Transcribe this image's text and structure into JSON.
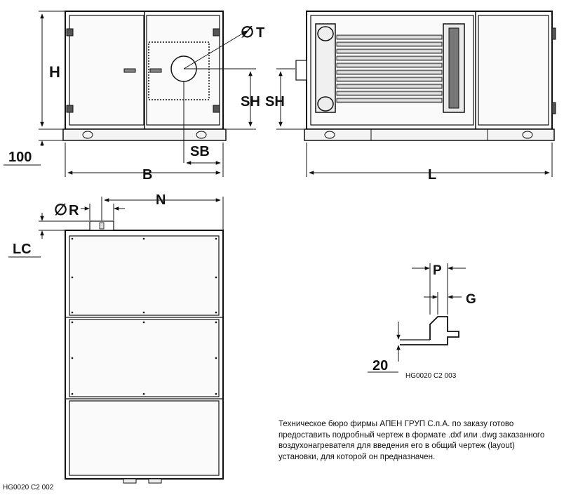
{
  "dimensions": {
    "height": "H",
    "base_offset": "100",
    "width": "B",
    "diameter_t": "T",
    "sh_front": "SH",
    "sh_side": "SH",
    "sb": "SB",
    "length": "L",
    "diameter_r": "R",
    "n": "N",
    "lc": "LC",
    "p": "P",
    "g": "G",
    "detail_20": "20"
  },
  "symbols": {
    "diameter": "∅"
  },
  "codes": {
    "detail": "HG0020 C2 003",
    "main": "HG0020 C2 002"
  },
  "note": {
    "lines": [
      "Техническое бюро фирмы АПЕН ГРУП С.п.А. по заказу готово",
      "предоставить подробный чертеж в формате .dxf или .dwg заказанного",
      "воздухонагревателя для введения его в общий чертеж (layout)",
      "установки, для которой он предназначен."
    ]
  }
}
